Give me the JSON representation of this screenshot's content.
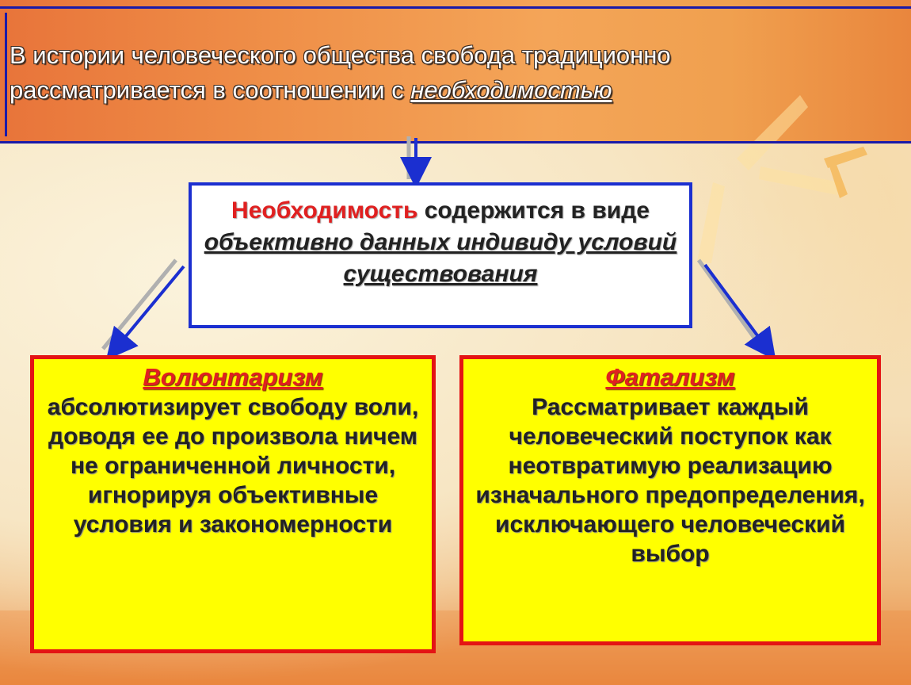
{
  "title": {
    "text_before": "В истории человеческого общества свобода традиционно рассматривается в соотношении с ",
    "text_emphasis": "необходимостью"
  },
  "center": {
    "highlight": "Необходимость",
    "text_mid": " содержится в виде ",
    "underlined": "объективно данных индивиду условий существования"
  },
  "left_box": {
    "heading": "Волюнтаризм",
    "body": "абсолютизирует свободу воли, доводя ее до произвола ничем не ограниченной личности, игнорируя объективные условия и закономерности"
  },
  "right_box": {
    "heading": "Фатализм",
    "body": "Рассматривает каждый человеческий поступок как неотвратимую реализацию изначального предопределения, исключающего человеческий выбор"
  },
  "colors": {
    "frame_blue": "#1b2fd0",
    "box_red": "#e41414",
    "box_yellow": "#ffff00",
    "accent_red": "#e02020"
  }
}
